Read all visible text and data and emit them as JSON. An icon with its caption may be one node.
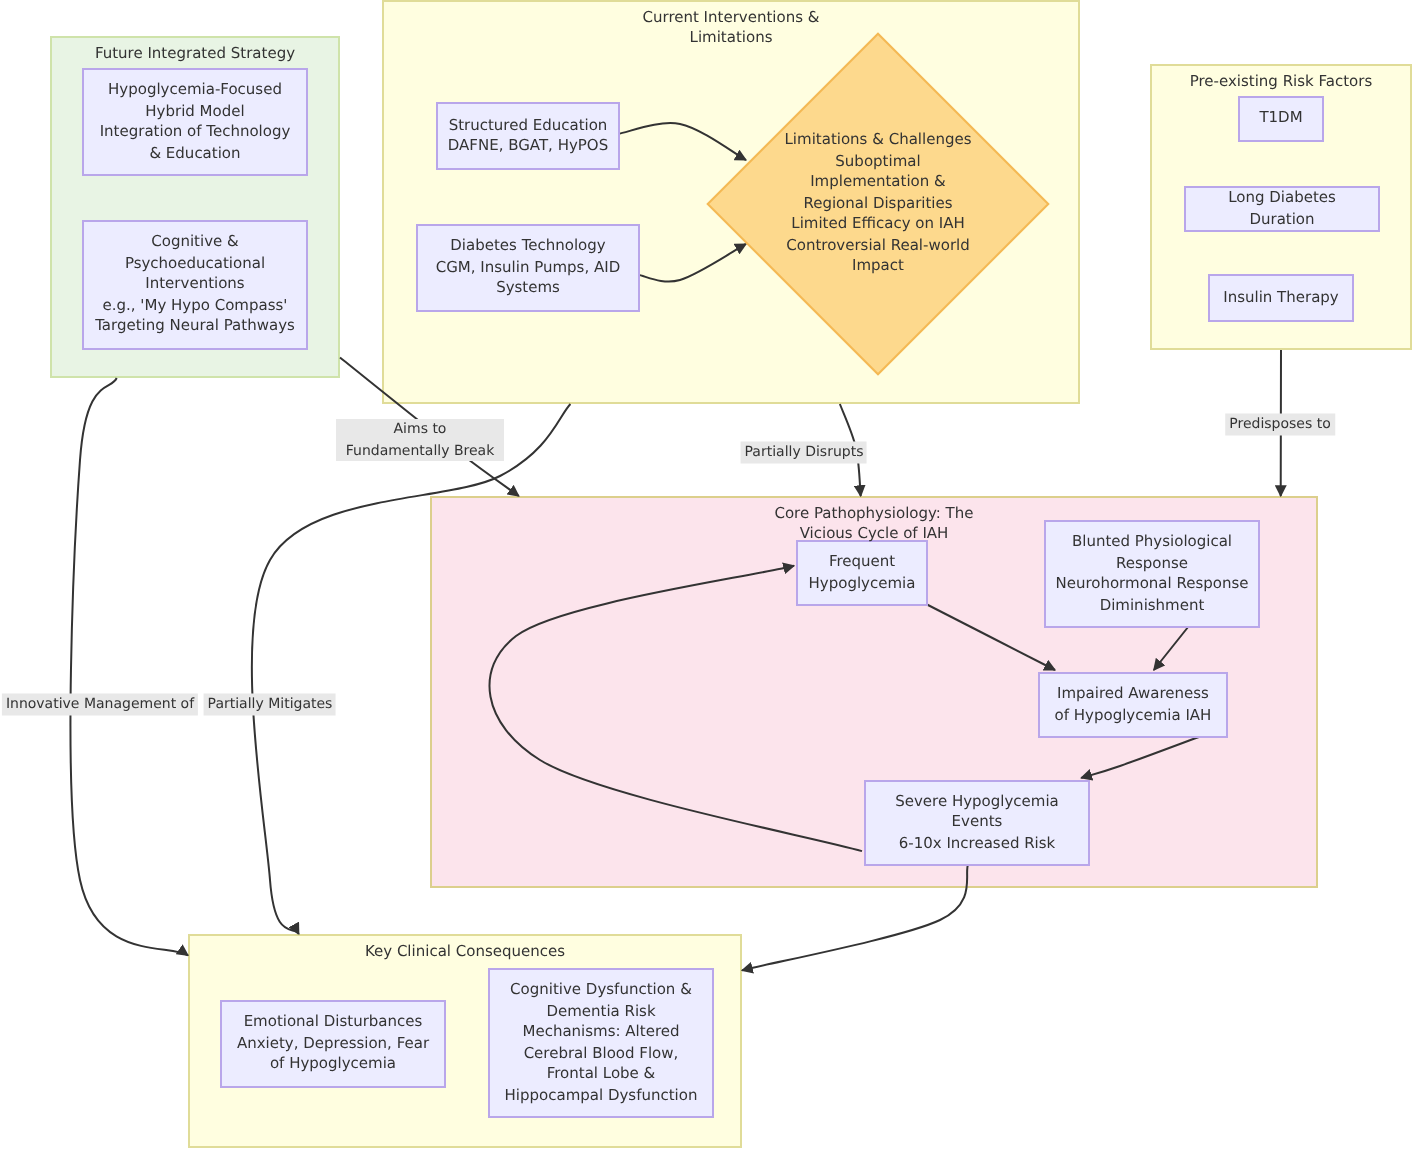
{
  "diagram": {
    "nodes": [
      {
        "text": [
          "Future Integrated Strategy"
        ]
      },
      {
        "text": [
          "Hypoglycemia-Focused Hybrid Model",
          "Integration of Technology & Education"
        ],
        "in": 0
      },
      {
        "text": [
          "Cognitive & Psychoeducational Interventions",
          "e.g., 'My Hypo Compass'",
          "Targeting Neural Pathways"
        ],
        "in": 0
      },
      {
        "text": [
          "Current Interventions & Limitations"
        ]
      },
      {
        "text": [
          "Structured Education",
          "DAFNE, BGAT, HyPOS"
        ],
        "in": 3
      },
      {
        "text": [
          "Diabetes Technology",
          "CGM, Insulin Pumps, AID Systems"
        ],
        "in": 3
      },
      {
        "text": [
          "Limitations & Challenges",
          "Suboptimal Implementation & Regional Disparities",
          "Limited Efficacy on IAH",
          "Controversial Real-world Impact"
        ],
        "in": 3
      },
      {
        "text": [
          "Pre-existing Risk Factors"
        ]
      },
      {
        "text": [
          "T1DM"
        ],
        "in": 7
      },
      {
        "text": [
          "Long Diabetes Duration"
        ],
        "in": 7
      },
      {
        "text": [
          "Insulin Therapy"
        ],
        "in": 7
      },
      {
        "text": [
          "Core Pathophysiology: The Vicious Cycle of IAH"
        ]
      },
      {
        "text": [
          "Frequent Hypoglycemia"
        ],
        "in": 11
      },
      {
        "text": [
          "Blunted Physiological Response",
          "Neurohormonal Response Diminishment"
        ],
        "in": 11
      },
      {
        "text": [
          "Impaired Awareness of Hypoglycemia IAH"
        ],
        "in": 11
      },
      {
        "text": [
          "Severe Hypoglycemia Events",
          "6-10x Increased Risk"
        ],
        "in": 11
      },
      {
        "text": [
          "Key Clinical Consequences"
        ]
      },
      {
        "text": [
          "Emotional Disturbances",
          "Anxiety, Depression, Fear of Hypoglycemia"
        ],
        "in": 16
      },
      {
        "text": [
          "Cognitive Dysfunction & Dementia Risk",
          "Mechanisms: Altered Cerebral Blood Flow, Frontal Lobe & Hippocampal Dysfunction"
        ],
        "in": 16
      }
    ],
    "edges": [
      {
        "from": 4,
        "to": 6,
        "arrow": "to"
      },
      {
        "from": 5,
        "to": 6,
        "arrow": "to"
      },
      {
        "from": 12,
        "to": 14,
        "arrow": "to"
      },
      {
        "from": 13,
        "to": 14,
        "arrow": "to"
      },
      {
        "from": 14,
        "to": 15,
        "arrow": "to"
      },
      {
        "from": 15,
        "to": 12,
        "arrow": "to"
      },
      {
        "from": 15,
        "to": 16,
        "arrow": "to"
      },
      {
        "from": 0,
        "to": 11,
        "label": "Aims to Fundamentally Break",
        "arrow": "to"
      },
      {
        "from": 3,
        "to": 11,
        "label": "Partially Disrupts",
        "arrow": "to"
      },
      {
        "from": 7,
        "to": 11,
        "label": "Predisposes to",
        "arrow": "to"
      },
      {
        "from": 0,
        "to": 16,
        "label": "Innovative Management of",
        "arrow": "to"
      },
      {
        "from": 3,
        "to": 16,
        "label": "Partially Mitigates",
        "arrow": "to"
      }
    ]
  }
}
